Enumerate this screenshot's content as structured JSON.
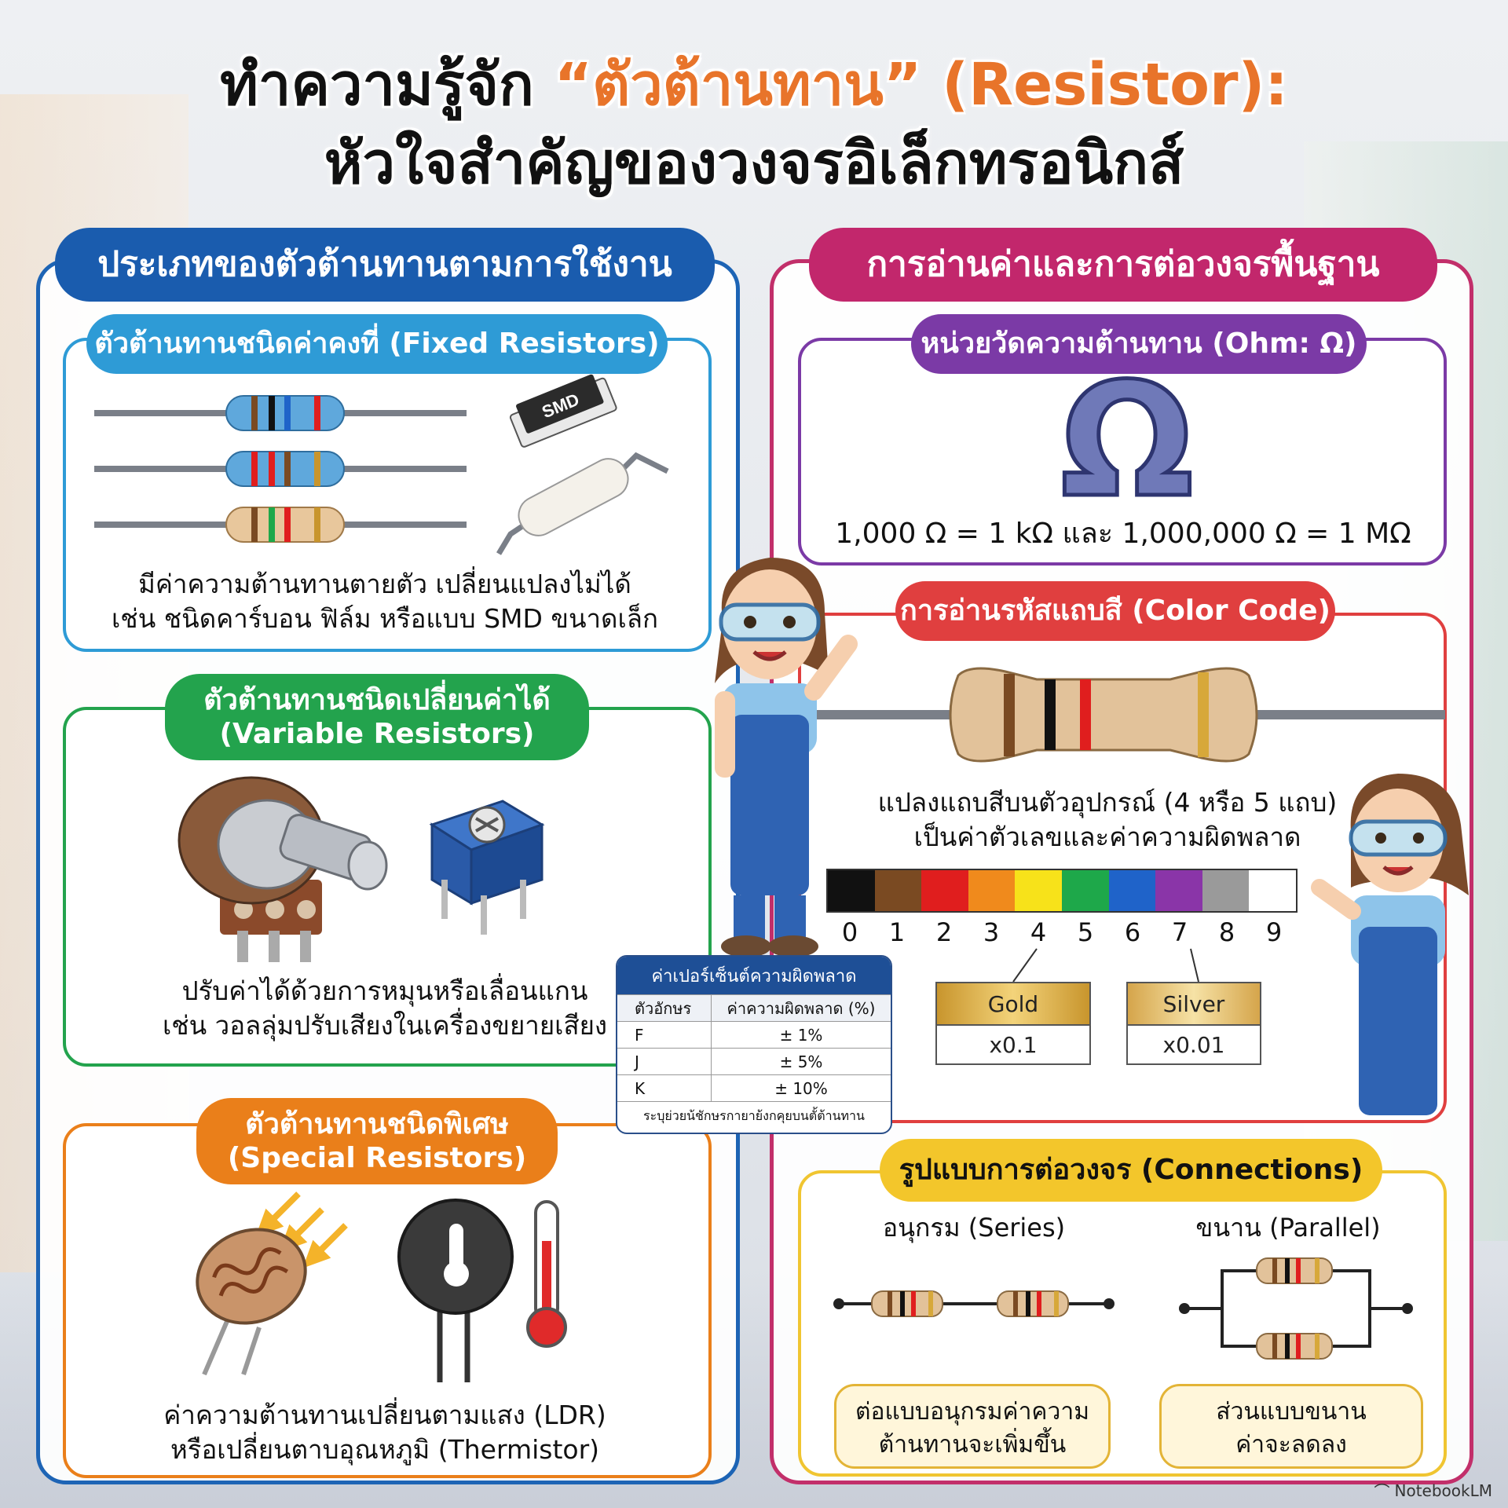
{
  "title": {
    "line1_part1": "ทำความรู้จัก ",
    "line1_highlight": "“ตัวต้านทาน” (Resistor):",
    "line2": "หัวใจสำคัญของวงจรอิเล็กทรอนิกส์"
  },
  "left_section": {
    "heading": "ประเภทของตัวต้านทานตามการใช้งาน",
    "fixed": {
      "heading": "ตัวต้านทานชนิดค่าคงที่ (Fixed Resistors)",
      "smd_label": "SMD",
      "desc_line1": "มีค่าความต้านทานตายตัว เปลี่ยนแปลงไม่ได้",
      "desc_line2": "เช่น ชนิดคาร์บอน ฟิล์ม หรือแบบ SMD ขนาดเล็ก"
    },
    "variable": {
      "heading_line1": "ตัวต้านทานชนิดเปลี่ยนค่าได้",
      "heading_line2": "(Variable Resistors)",
      "desc_line1": "ปรับค่าได้ด้วยการหมุนหรือเลื่อนแกน",
      "desc_line2": "เช่น วอลลุ่มปรับเสียงในเครื่องขยายเสียง"
    },
    "special": {
      "heading_line1": "ตัวต้านทานชนิดพิเศษ",
      "heading_line2": "(Special Resistors)",
      "desc_line1": "ค่าความต้านทานเปลี่ยนตามแสง (LDR)",
      "desc_line2": "หรือเปลี่ยนตาบอุณหภูมิ (Thermistor)"
    }
  },
  "right_section": {
    "heading": "การอ่านค่าและการต่อวงจรพื้นฐาน",
    "ohm": {
      "heading": "หน่วยวัดความต้านทาน (Ohm: Ω)",
      "symbol": "Ω",
      "equation": "1,000 Ω = 1 kΩ และ 1,000,000 Ω = 1 MΩ"
    },
    "color_code": {
      "heading": "การอ่านรหัสแถบสี (Color Code)",
      "desc_line1": "แปลงแถบสีบนตัวอุปกรณ์ (4 หรือ 5 แถบ)",
      "desc_line2": "เป็นค่าตัวเลขและค่าความผิดพลาด",
      "colors": [
        "#111111",
        "#7a4a22",
        "#e01e1e",
        "#f08a1c",
        "#f7e21a",
        "#1ea84a",
        "#1f63c9",
        "#8a35a8",
        "#9a9a9a",
        "#ffffff"
      ],
      "digits": [
        "0",
        "1",
        "2",
        "3",
        "4",
        "5",
        "6",
        "7",
        "8",
        "9"
      ],
      "multipliers": [
        {
          "name": "Gold",
          "value": "x0.1"
        },
        {
          "name": "Silver",
          "value": "x0.01"
        }
      ]
    },
    "connections": {
      "heading": "รูปแบบการต่อวงจร (Connections)",
      "series_label": "อนุกรม (Series)",
      "parallel_label": "ขนาน (Parallel)",
      "series_note_line1": "ต่อแบบอนุกรมค่าความ",
      "series_note_line2": "ต้านทานจะเพิ่มขึ้น",
      "parallel_note_line1": "ส่วนแบบขนาน",
      "parallel_note_line2": "ค่าจะลดลง"
    }
  },
  "tolerance_table": {
    "heading": "ค่าเปอร์เซ็นต์ความผิดพลาด",
    "col1": "ตัวอักษร",
    "col2": "ค่าความผิดพลาด (%)",
    "rows": [
      {
        "letter": "F",
        "value": "± 1%"
      },
      {
        "letter": "J",
        "value": "± 5%"
      },
      {
        "letter": "K",
        "value": "± 10%"
      }
    ],
    "note": "ระบุย่วยน้ชักษรกายาย้งกคุยบนตั้ต้านทาน"
  },
  "footer": {
    "brand": "NotebookLM"
  }
}
